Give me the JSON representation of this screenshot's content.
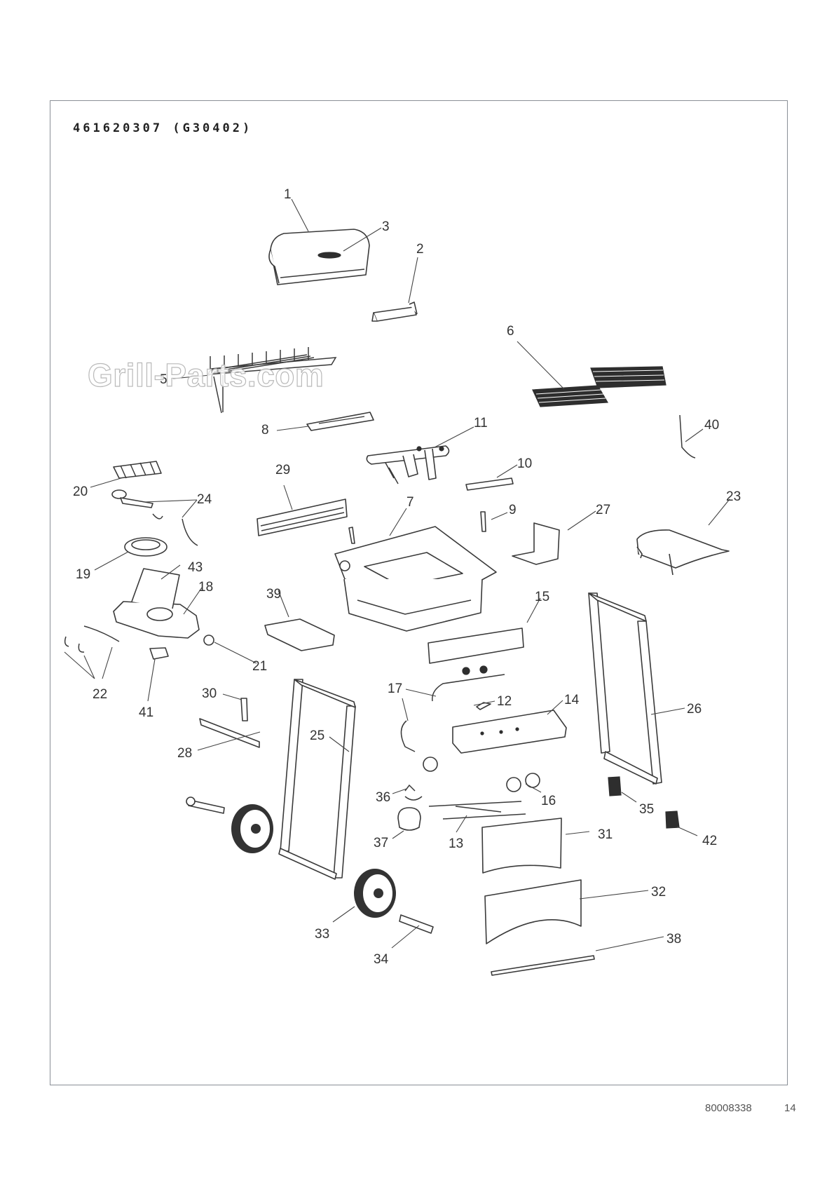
{
  "header": {
    "model": "461620307 (G30402)"
  },
  "watermark": {
    "text": "Grill-Parts.com"
  },
  "footer": {
    "doc_code": "80008338",
    "page_number": "14"
  },
  "callouts": [
    {
      "id": "1",
      "label": "1"
    },
    {
      "id": "2",
      "label": "2"
    },
    {
      "id": "3",
      "label": "3"
    },
    {
      "id": "5",
      "label": "5"
    },
    {
      "id": "6",
      "label": "6"
    },
    {
      "id": "7",
      "label": "7"
    },
    {
      "id": "8",
      "label": "8"
    },
    {
      "id": "9",
      "label": "9"
    },
    {
      "id": "10",
      "label": "10"
    },
    {
      "id": "11",
      "label": "11"
    },
    {
      "id": "12",
      "label": "12"
    },
    {
      "id": "13",
      "label": "13"
    },
    {
      "id": "14",
      "label": "14"
    },
    {
      "id": "15",
      "label": "15"
    },
    {
      "id": "16",
      "label": "16"
    },
    {
      "id": "17",
      "label": "17"
    },
    {
      "id": "18",
      "label": "18"
    },
    {
      "id": "19",
      "label": "19"
    },
    {
      "id": "20",
      "label": "20"
    },
    {
      "id": "21",
      "label": "21"
    },
    {
      "id": "22",
      "label": "22"
    },
    {
      "id": "23",
      "label": "23"
    },
    {
      "id": "24",
      "label": "24"
    },
    {
      "id": "25",
      "label": "25"
    },
    {
      "id": "26",
      "label": "26"
    },
    {
      "id": "27",
      "label": "27"
    },
    {
      "id": "28",
      "label": "28"
    },
    {
      "id": "29",
      "label": "29"
    },
    {
      "id": "30",
      "label": "30"
    },
    {
      "id": "31",
      "label": "31"
    },
    {
      "id": "32",
      "label": "32"
    },
    {
      "id": "33",
      "label": "33"
    },
    {
      "id": "34",
      "label": "34"
    },
    {
      "id": "35",
      "label": "35"
    },
    {
      "id": "36",
      "label": "36"
    },
    {
      "id": "37",
      "label": "37"
    },
    {
      "id": "38",
      "label": "38"
    },
    {
      "id": "39",
      "label": "39"
    },
    {
      "id": "40",
      "label": "40"
    },
    {
      "id": "41",
      "label": "41"
    },
    {
      "id": "42",
      "label": "42"
    },
    {
      "id": "43",
      "label": "43"
    }
  ]
}
